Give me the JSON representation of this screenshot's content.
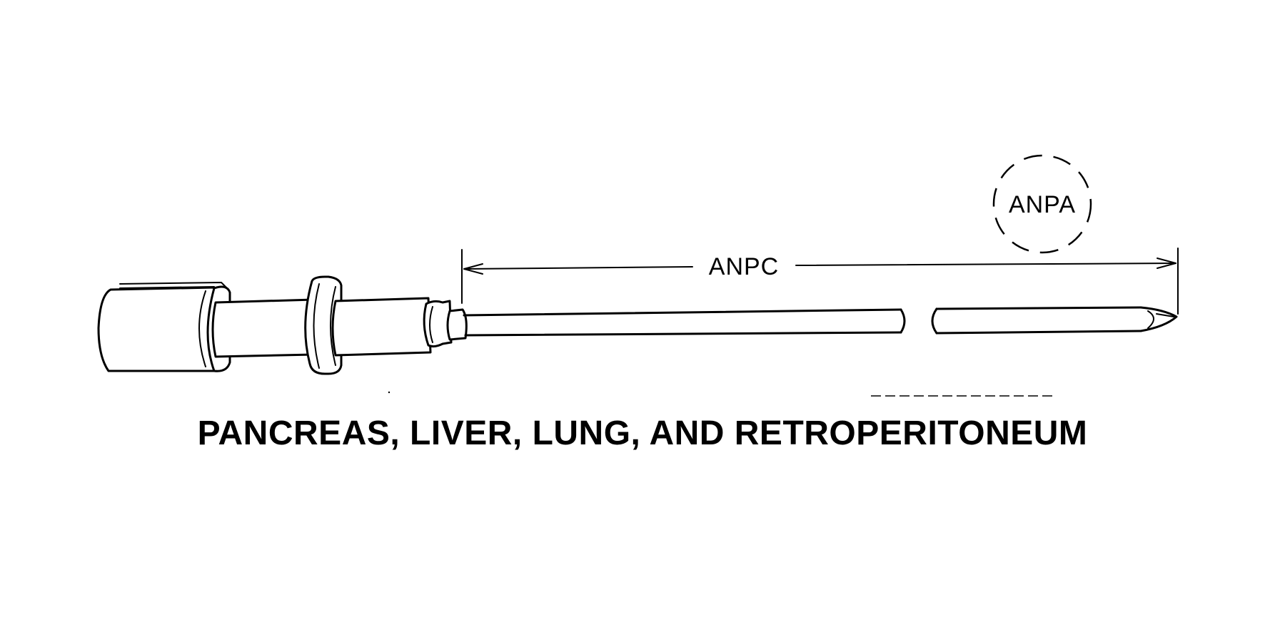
{
  "diagram": {
    "component_labels": {
      "callout_label": "ANPA",
      "dimension_label": "ANPC"
    },
    "caption": "PANCREAS, LIVER, LUNG, AND RETROPERITONEUM"
  },
  "colors": {
    "ink": "#000000",
    "background": "#ffffff"
  }
}
